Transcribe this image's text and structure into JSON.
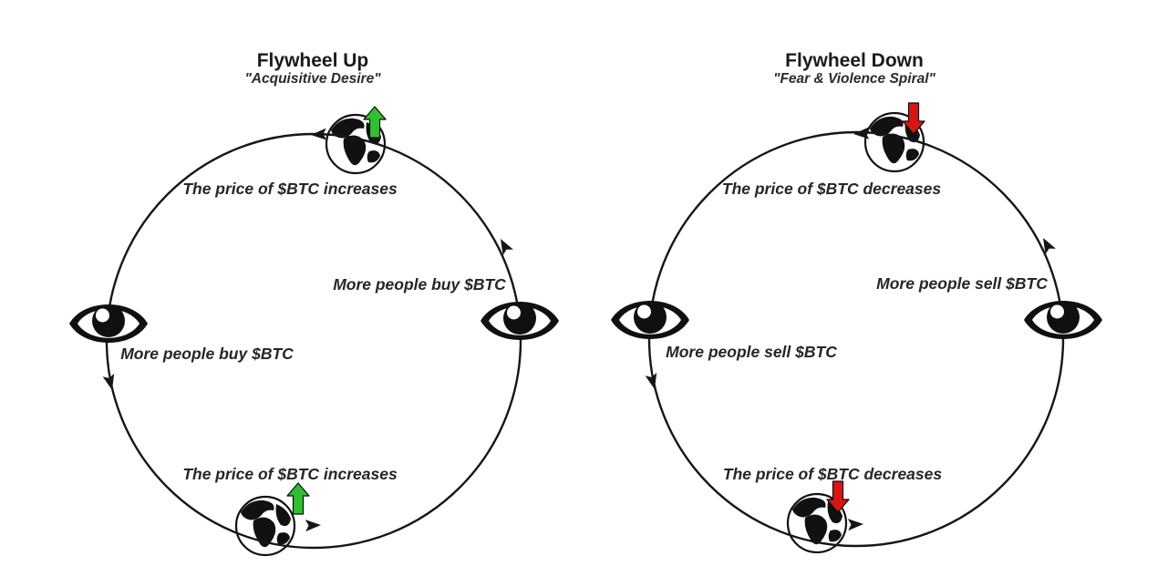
{
  "page": {
    "background_color": "#ffffff",
    "description_icons": {
      "observer": "eye-icon",
      "node": "globe-earth-icon",
      "flow": "counterclockwise-circle-arrows"
    }
  },
  "diagrams": [
    {
      "id": "flywheel-up",
      "title": "Flywheel Up",
      "subtitle": "\"Acquisitive Desire\"",
      "trend_icon": "block-arrow-up-icon",
      "trend_color": "#2fc02f",
      "flow_direction": "counter-clockwise",
      "labels": {
        "top": "The price of $BTC increases",
        "right": "More people buy $BTC",
        "left": "More people buy $BTC",
        "bottom": "The price of $BTC increases"
      }
    },
    {
      "id": "flywheel-down",
      "title": "Flywheel Down",
      "subtitle": "\"Fear & Violence Spiral\"",
      "trend_icon": "block-arrow-down-icon",
      "trend_color": "#da1510",
      "flow_direction": "counter-clockwise",
      "labels": {
        "top": "The price of $BTC decreases",
        "right": "More people sell $BTC",
        "left": "More people sell $BTC",
        "bottom": "The price of $BTC decreases"
      }
    }
  ]
}
